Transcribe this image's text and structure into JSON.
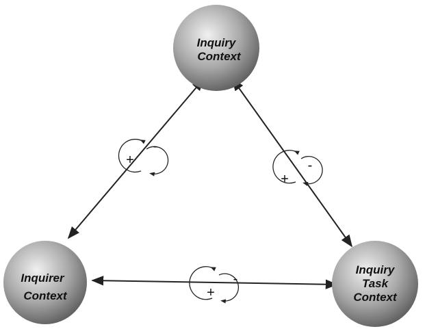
{
  "nodes": {
    "inquiry_context": {
      "line1": "Inquiry",
      "line2": "Context"
    },
    "inquirer_context": {
      "line1": "Inquirer",
      "line2": "Context"
    },
    "inquiry_task_context": {
      "line1": "Inquiry",
      "line2": "Task",
      "line3": "Context"
    }
  },
  "cycles": {
    "plus": "+",
    "minus": "-"
  },
  "colors": {
    "sphere_light": "#e8e8e8",
    "sphere_dark": "#6a6a6a",
    "line": "#222222"
  }
}
